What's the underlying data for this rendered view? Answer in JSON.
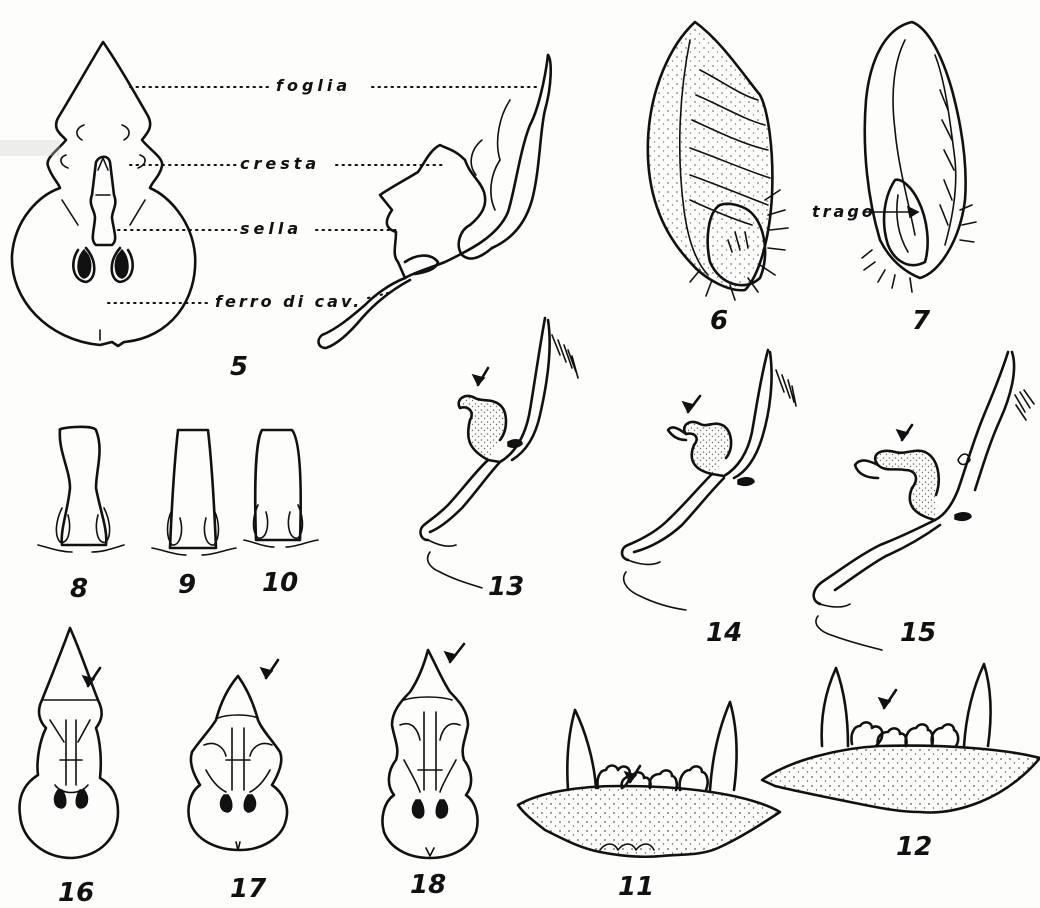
{
  "labels": {
    "foglia": "foglia",
    "cresta": "cresta",
    "sella": "sella",
    "ferro": "ferro di cav.",
    "trago": "trago"
  },
  "figures": {
    "f5": "5",
    "f6": "6",
    "f7": "7",
    "f8": "8",
    "f9": "9",
    "f10": "10",
    "f11": "11",
    "f12": "12",
    "f13": "13",
    "f14": "14",
    "f15": "15",
    "f16": "16",
    "f17": "17",
    "f18": "18"
  },
  "colors": {
    "ink": "#111111",
    "paper": "#fdfdfb"
  }
}
